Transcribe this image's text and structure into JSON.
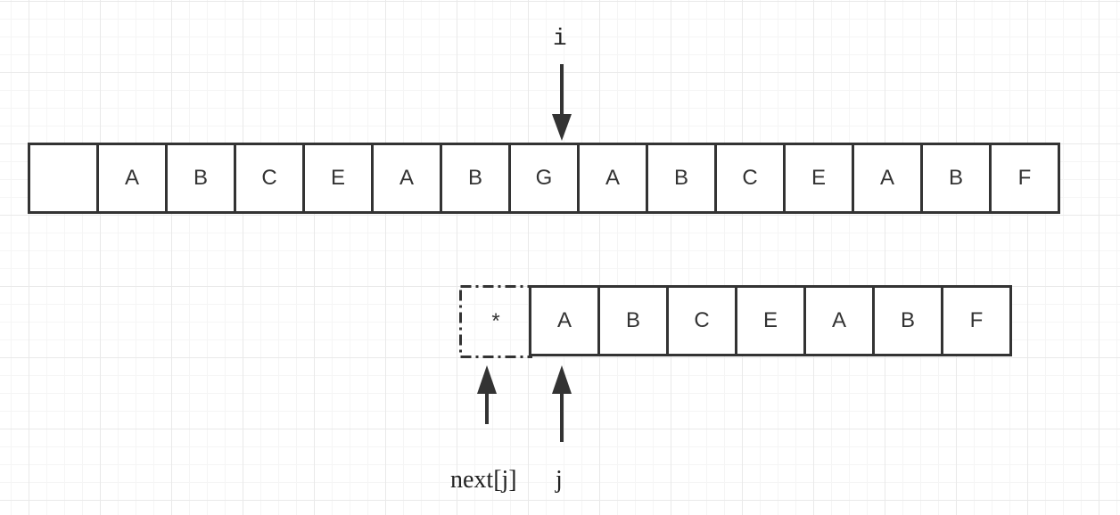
{
  "main_string": [
    "",
    "A",
    "B",
    "C",
    "E",
    "A",
    "B",
    "G",
    "A",
    "B",
    "C",
    "E",
    "A",
    "B",
    "F"
  ],
  "pattern_placeholder": "*",
  "pattern_string": [
    "A",
    "B",
    "C",
    "E",
    "A",
    "B",
    "F"
  ],
  "labels": {
    "i": "i",
    "j": "j",
    "next_j": "next[j]"
  },
  "colors": {
    "stroke": "#333333",
    "grid": "#e9e9e9"
  }
}
